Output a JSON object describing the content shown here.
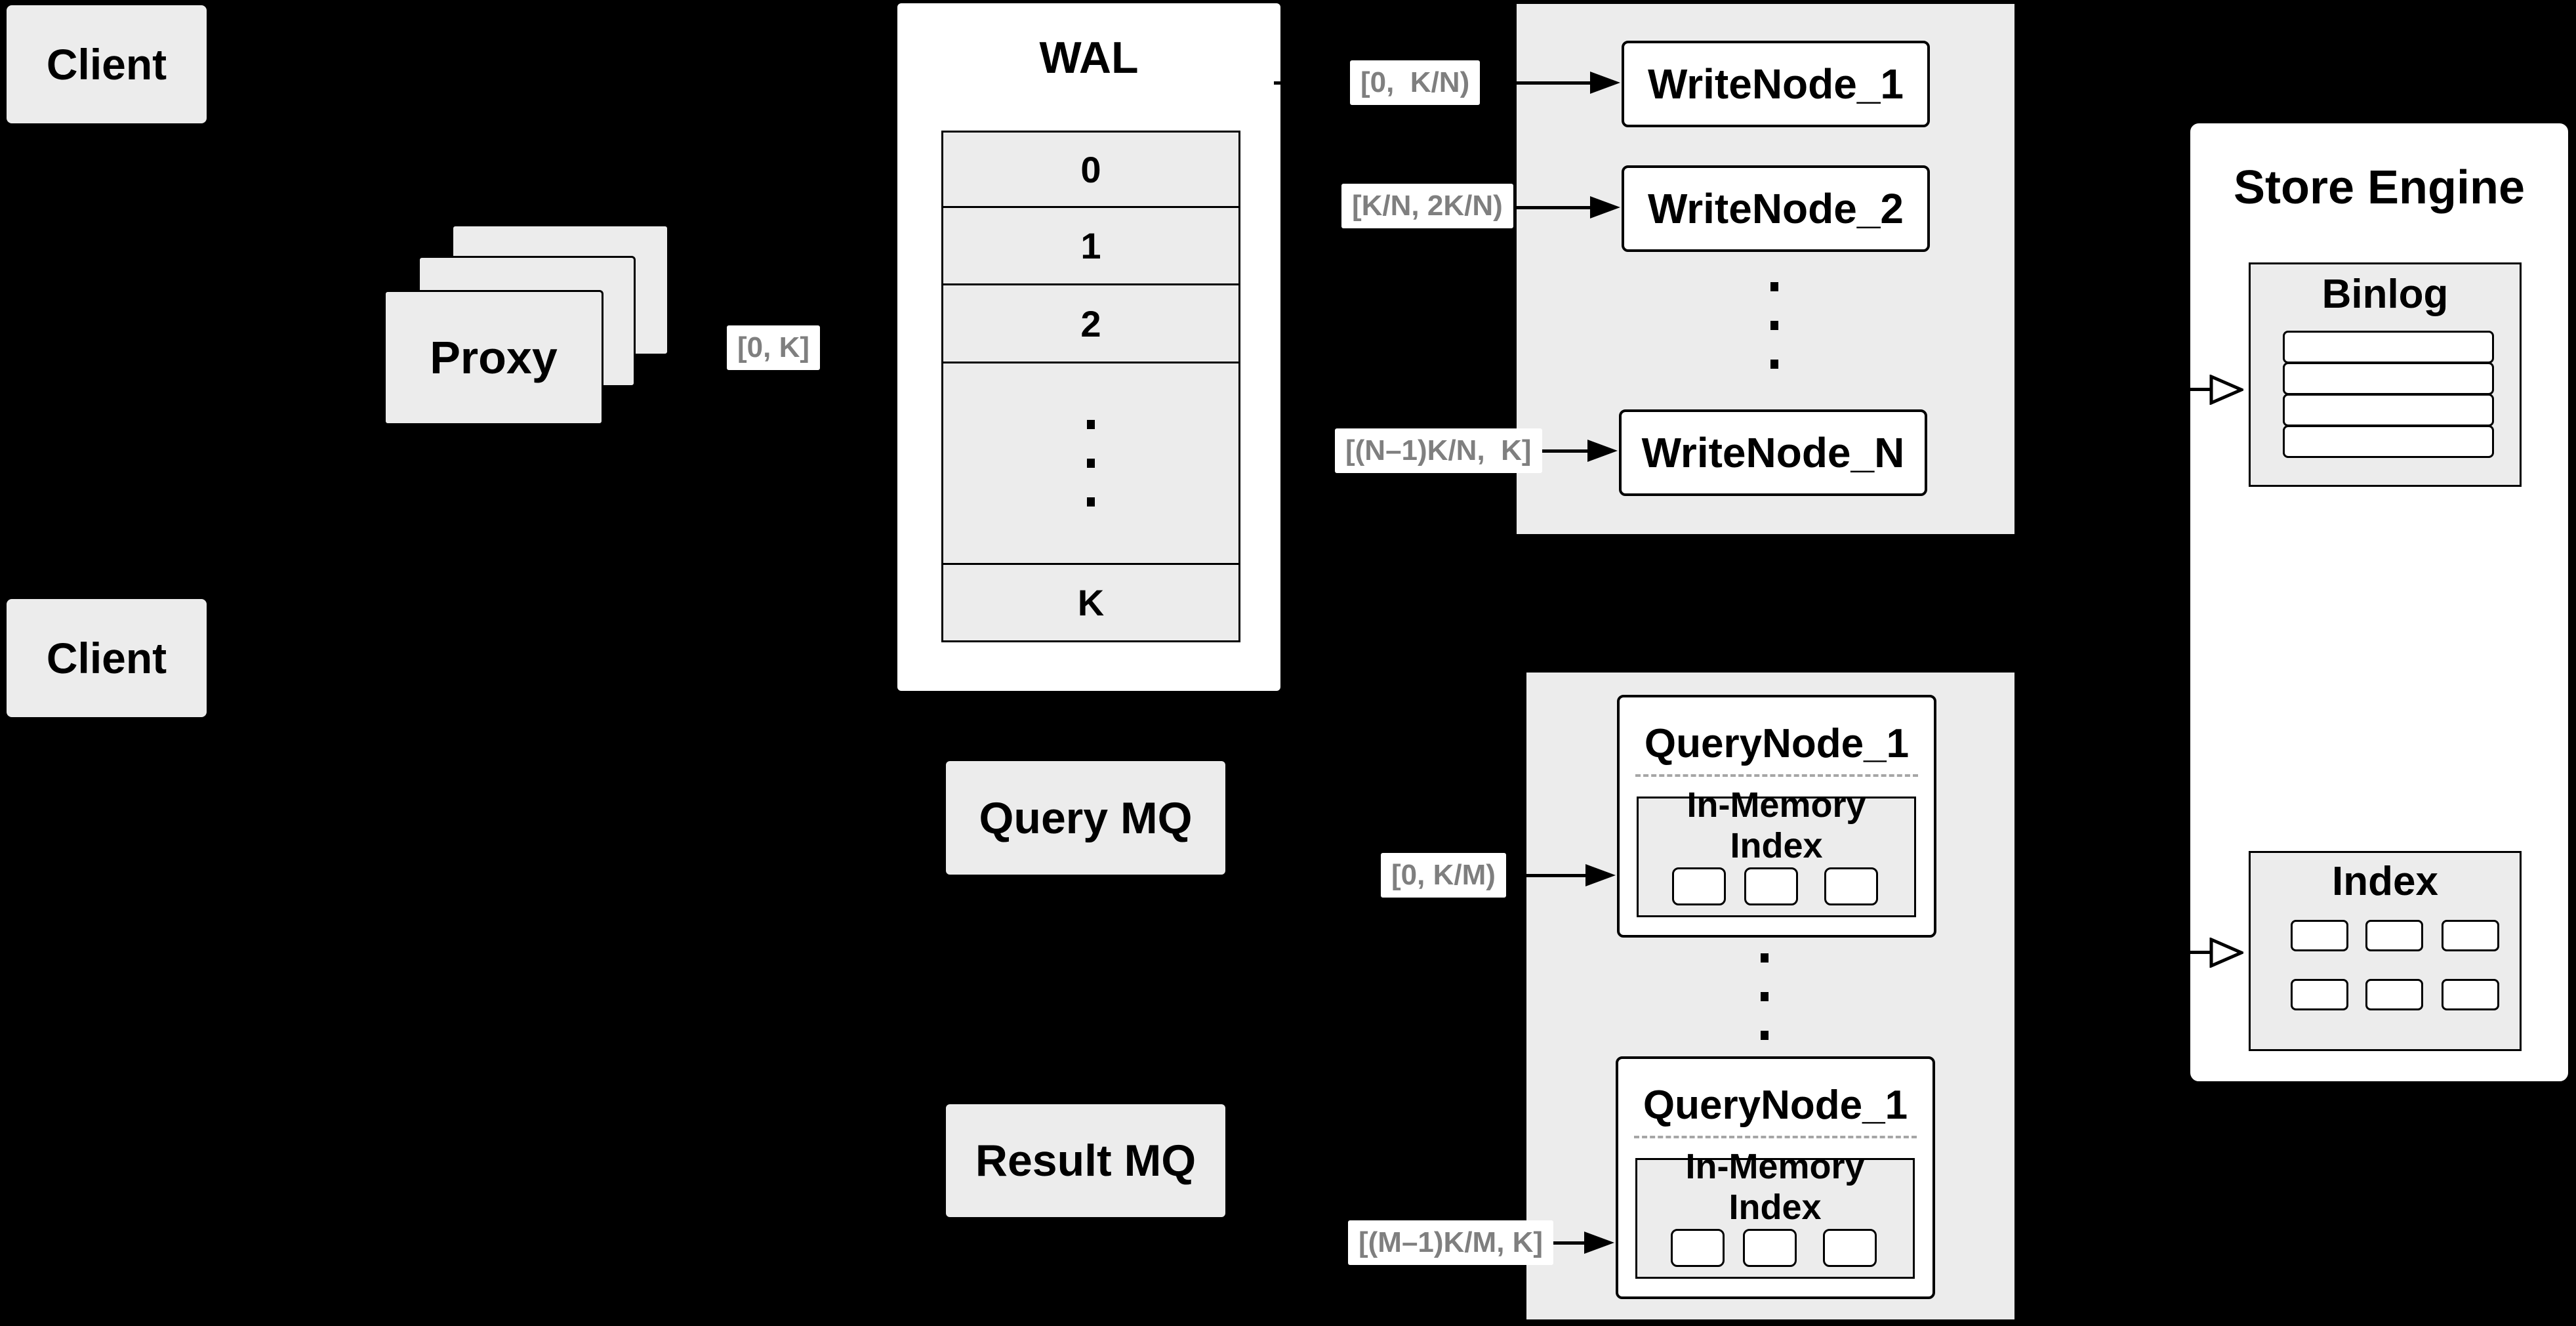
{
  "colors": {
    "background": "#000000",
    "panel_gray": "#ececec",
    "panel_white": "#ffffff",
    "border": "#000000",
    "range_label_text": "#7f7f7f",
    "dashed_divider": "#a6a6a6"
  },
  "clients": {
    "top": "Client",
    "bottom": "Client"
  },
  "proxy": {
    "label": "Proxy"
  },
  "wal": {
    "title": "WAL",
    "segments": [
      "0",
      "1",
      "2",
      "K"
    ]
  },
  "range_labels": {
    "proxy_to_wal": "[0, K]",
    "wal_to_write_1": "[0,  K/N)",
    "wal_to_write_2": "[K/N, 2K/N)",
    "wal_to_write_n": "[(N–1)K/N,  K]",
    "query_mq_to_node": "[0, K/M)",
    "result_mq_to_node": "[(M–1)K/M, K]"
  },
  "write_nodes": {
    "items": [
      "WriteNode_1",
      "WriteNode_2",
      "WriteNode_N"
    ]
  },
  "store_engine": {
    "title": "Store Engine",
    "binlog": {
      "title": "Binlog",
      "row_count": 4
    },
    "index": {
      "title": "Index",
      "cell_count": 6
    }
  },
  "mq": {
    "query": "Query MQ",
    "result": "Result MQ"
  },
  "query_nodes": {
    "items": [
      {
        "title": "QueryNode_1",
        "inmem_title": "In-Memory Index"
      },
      {
        "title": "QueryNode_1",
        "inmem_title": "In-Memory Index"
      }
    ]
  }
}
